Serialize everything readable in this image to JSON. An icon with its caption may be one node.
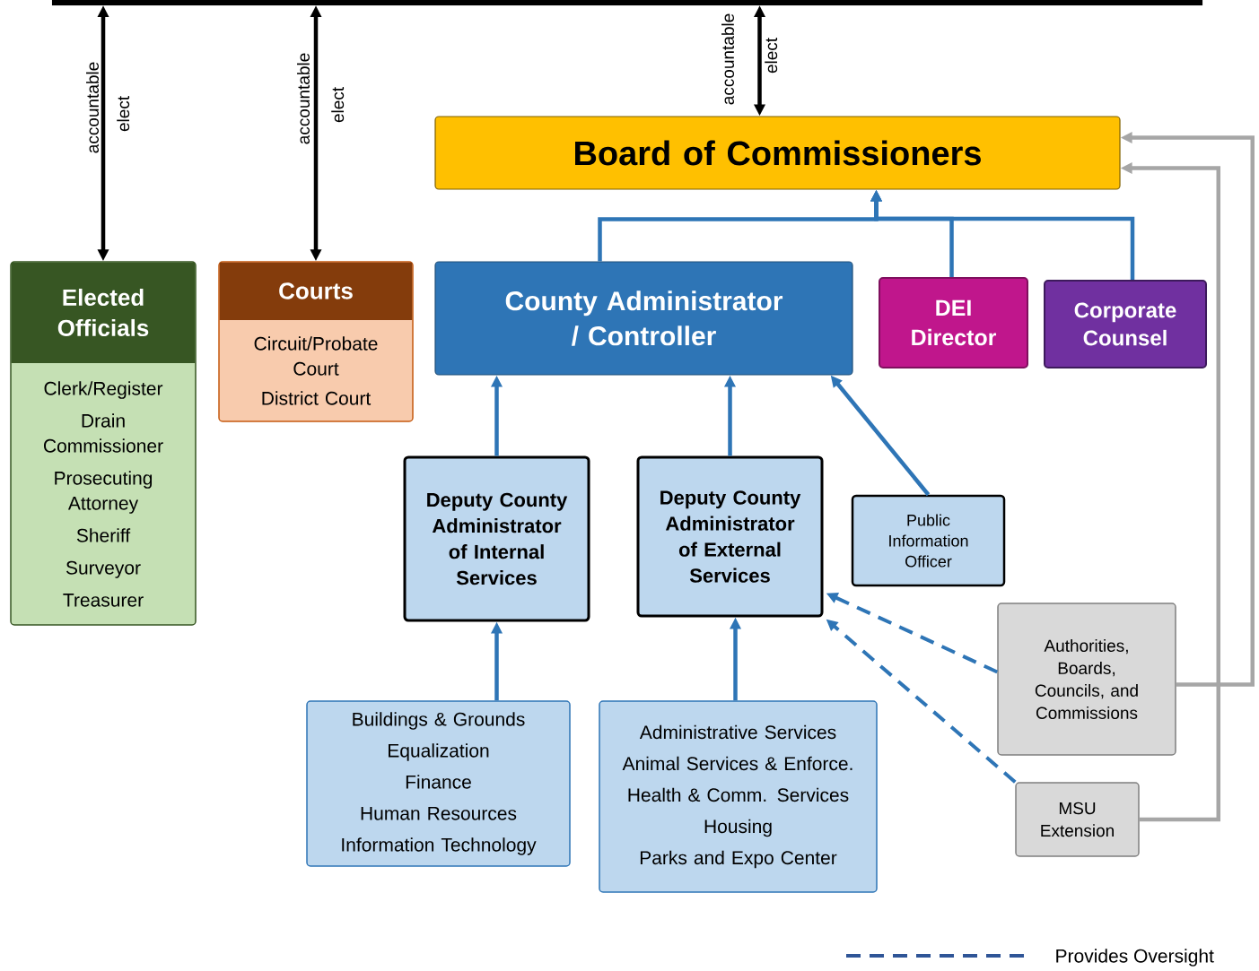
{
  "diagram": {
    "nodes": [
      {
        "text": [],
        "shape": "bar"
      },
      {
        "text": [
          "Elected Officials",
          "Clerk/Register",
          "Drain Commissioner",
          "Prosecuting Attorney",
          "Sheriff",
          "Surveyor",
          "Treasurer"
        ]
      },
      {
        "text": [
          "Courts",
          "Circuit/Probate Court",
          "District Court"
        ]
      },
      {
        "text": [
          "Board of Commissioners"
        ]
      },
      {
        "text": [
          "County Administrator / Controller"
        ]
      },
      {
        "text": [
          "DEI Director"
        ]
      },
      {
        "text": [
          "Corporate Counsel"
        ]
      },
      {
        "text": [
          "Deputy County Administrator of Internal Services"
        ]
      },
      {
        "text": [
          "Deputy County Administrator of External Services"
        ]
      },
      {
        "text": [
          "Public Information Officer"
        ]
      },
      {
        "text": [
          "Buildings & Grounds",
          "Equalization",
          "Finance",
          "Human Resources",
          "Information Technology"
        ]
      },
      {
        "text": [
          "Administrative Services",
          "Animal Services & Enforce.",
          "Health & Comm. Services",
          "Housing",
          "Parks and Expo Center"
        ]
      },
      {
        "text": [
          "Authorities, Boards, Councils, and Commissions"
        ]
      },
      {
        "text": [
          "MSU Extension"
        ]
      }
    ],
    "edges": [
      {
        "from": 0,
        "to": 1,
        "arrow": "both",
        "label": "accountable",
        "color": "#000000"
      },
      {
        "from": 0,
        "to": 2,
        "arrow": "both",
        "label": "accountable",
        "color": "#000000"
      },
      {
        "from": 0,
        "to": 3,
        "arrow": "both",
        "label": "accountable",
        "color": "#000000"
      },
      {
        "from": 4,
        "to": 3,
        "arrow": "to"
      },
      {
        "from": 5,
        "to": 3,
        "arrow": "to"
      },
      {
        "from": 6,
        "to": 3,
        "arrow": "to"
      },
      {
        "from": 7,
        "to": 4,
        "arrow": "to"
      },
      {
        "from": 8,
        "to": 4,
        "arrow": "to"
      },
      {
        "from": 9,
        "to": 4,
        "arrow": "to"
      },
      {
        "from": 10,
        "to": 7,
        "arrow": "to"
      },
      {
        "from": 11,
        "to": 8,
        "arrow": "to"
      },
      {
        "from": 12,
        "to": 8,
        "arrow": "to",
        "style": "dashed"
      },
      {
        "from": 13,
        "to": 8,
        "arrow": "to",
        "style": "dashed"
      },
      {
        "from": 12,
        "to": 3,
        "arrow": "to",
        "color": "#a6a6a6"
      },
      {
        "from": 13,
        "to": 3,
        "arrow": "to",
        "color": "#a6a6a6"
      }
    ],
    "labels": [
      "elect",
      "elect",
      "elect"
    ],
    "legend": [
      {
        "text": "Provides Oversight"
      }
    ]
  }
}
